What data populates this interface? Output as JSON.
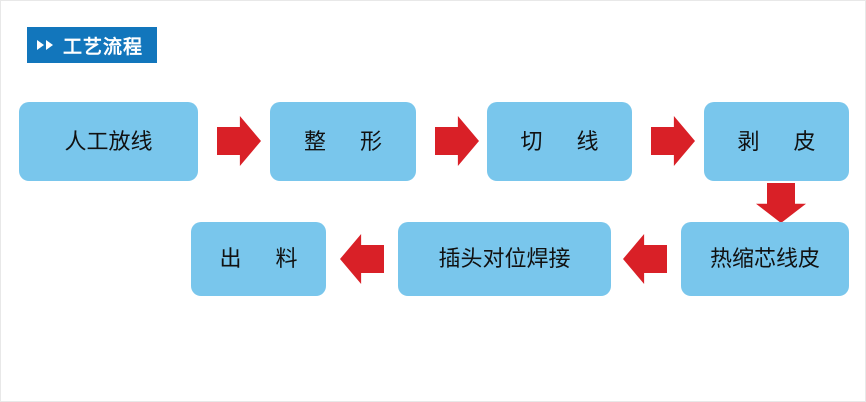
{
  "header": {
    "title": "工艺流程",
    "icon": "double-chevron-right-icon",
    "background_color": "#1276BC",
    "text_color": "#FFFFFF"
  },
  "theme": {
    "node_fill": "#79C6EC",
    "node_text": "#111111",
    "arrow_color": "#D92027",
    "page_background": "#FFFFFF"
  },
  "chart_data": {
    "type": "diagram",
    "title": "工艺流程",
    "flow_direction": "serpentine: row1 left-to-right, row2 right-to-left",
    "nodes": [
      {
        "id": "n1",
        "label": "人工放线",
        "row": 1,
        "order": 1,
        "spacing": "normal"
      },
      {
        "id": "n2",
        "label": "整 形",
        "row": 1,
        "order": 2,
        "spacing": "wide"
      },
      {
        "id": "n3",
        "label": "切 线",
        "row": 1,
        "order": 3,
        "spacing": "wide"
      },
      {
        "id": "n4",
        "label": "剥 皮",
        "row": 1,
        "order": 4,
        "spacing": "wide"
      },
      {
        "id": "n5",
        "label": "热缩芯线皮",
        "row": 2,
        "order": 5,
        "spacing": "normal"
      },
      {
        "id": "n6",
        "label": "插头对位焊接",
        "row": 2,
        "order": 6,
        "spacing": "normal"
      },
      {
        "id": "n7",
        "label": "出 料",
        "row": 2,
        "order": 7,
        "spacing": "wide"
      }
    ],
    "edges": [
      {
        "from": "n1",
        "to": "n2",
        "direction": "right"
      },
      {
        "from": "n2",
        "to": "n3",
        "direction": "right"
      },
      {
        "from": "n3",
        "to": "n4",
        "direction": "right"
      },
      {
        "from": "n4",
        "to": "n5",
        "direction": "down"
      },
      {
        "from": "n5",
        "to": "n6",
        "direction": "left"
      },
      {
        "from": "n6",
        "to": "n7",
        "direction": "left"
      }
    ]
  }
}
